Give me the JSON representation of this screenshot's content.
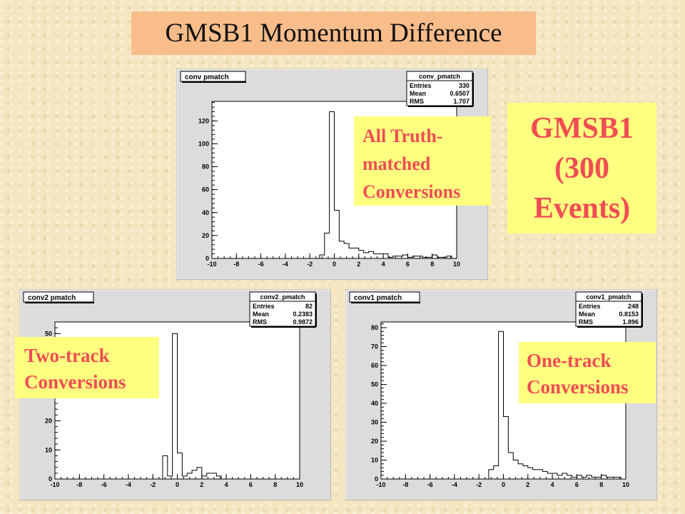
{
  "page_title": "GMSB1 Momentum Difference",
  "labels": {
    "gmsb1": [
      "GMSB1",
      "(300",
      "Events)"
    ],
    "all_truth": [
      "All Truth-",
      "matched",
      "Conversions"
    ],
    "two_track": [
      "Two-track",
      "Conversions"
    ],
    "one_track": [
      "One-track",
      "Conversions"
    ]
  },
  "colors": {
    "title_bg": "#f9bd8b",
    "note_bg": "#ffff80",
    "note_text": "#f04c54",
    "panel_bg": "#dcdcdc"
  },
  "chart_data": [
    {
      "type": "bar",
      "title": "conv pmatch",
      "stats": {
        "name": "conv_pmatch",
        "rows": [
          [
            "Entries",
            "330"
          ],
          [
            "Mean",
            "0.6507"
          ],
          [
            "RMS",
            "1.707"
          ]
        ]
      },
      "xlim": [
        -10,
        10
      ],
      "ylim": [
        0,
        137
      ],
      "xticks": [
        "-10",
        "-8",
        "-6",
        "-4",
        "-2",
        "0",
        "2",
        "4",
        "6",
        "8",
        "10"
      ],
      "yticks": [
        0,
        20,
        40,
        60,
        80,
        100,
        120
      ],
      "bin_width": 0.4,
      "bins": [
        [
          -1.2,
          3
        ],
        [
          -0.8,
          22
        ],
        [
          -0.4,
          128
        ],
        [
          0.0,
          42
        ],
        [
          0.4,
          15
        ],
        [
          0.8,
          13
        ],
        [
          1.2,
          9
        ],
        [
          1.6,
          9
        ],
        [
          2.0,
          7
        ],
        [
          2.4,
          5
        ],
        [
          2.8,
          6
        ],
        [
          3.2,
          4
        ],
        [
          3.6,
          4
        ],
        [
          4.0,
          4
        ],
        [
          4.4,
          1
        ],
        [
          4.8,
          2
        ],
        [
          5.2,
          2
        ],
        [
          5.6,
          3
        ],
        [
          6.0,
          1
        ],
        [
          6.4,
          2
        ],
        [
          6.8,
          2
        ],
        [
          7.2,
          1
        ],
        [
          7.6,
          1
        ],
        [
          8.0,
          3
        ],
        [
          8.4,
          1
        ],
        [
          8.8,
          1
        ],
        [
          9.2,
          2
        ]
      ]
    },
    {
      "type": "bar",
      "title": "conv2 pmatch",
      "stats": {
        "name": "conv2_pmatch",
        "rows": [
          [
            "Entries",
            "82"
          ],
          [
            "Mean",
            "0.2383"
          ],
          [
            "RMS",
            "0.9872"
          ]
        ]
      },
      "xlim": [
        -10,
        10
      ],
      "ylim": [
        0,
        54
      ],
      "xticks": [
        "-10",
        "-8",
        "-6",
        "-4",
        "-2",
        "0",
        "2",
        "4",
        "6",
        "8",
        "10"
      ],
      "yticks": [
        0,
        10,
        20,
        30,
        40,
        50
      ],
      "bin_width": 0.4,
      "bins": [
        [
          -1.2,
          8
        ],
        [
          -0.8,
          1
        ],
        [
          -0.4,
          50
        ],
        [
          0.0,
          9
        ],
        [
          0.4,
          1
        ],
        [
          0.8,
          2
        ],
        [
          1.2,
          3
        ],
        [
          1.6,
          4
        ],
        [
          2.0,
          1
        ],
        [
          2.4,
          2
        ],
        [
          2.8,
          2
        ],
        [
          3.2,
          1
        ]
      ]
    },
    {
      "type": "bar",
      "title": "conv1 pmatch",
      "stats": {
        "name": "conv1_pmatch",
        "rows": [
          [
            "Entries",
            "248"
          ],
          [
            "Mean",
            "0.8153"
          ],
          [
            "RMS",
            "1.896"
          ]
        ]
      },
      "xlim": [
        -10,
        10
      ],
      "ylim": [
        0,
        83
      ],
      "xticks": [
        "-10",
        "-8",
        "-6",
        "-4",
        "-2",
        "0",
        "2",
        "4",
        "6",
        "8",
        "10"
      ],
      "yticks": [
        0,
        10,
        20,
        30,
        40,
        50,
        60,
        70,
        80
      ],
      "bin_width": 0.4,
      "bins": [
        [
          -1.2,
          5
        ],
        [
          -0.8,
          7
        ],
        [
          -0.4,
          78
        ],
        [
          0.0,
          33
        ],
        [
          0.4,
          14
        ],
        [
          0.8,
          10
        ],
        [
          1.2,
          8
        ],
        [
          1.6,
          7
        ],
        [
          2.0,
          6
        ],
        [
          2.4,
          5
        ],
        [
          2.8,
          5
        ],
        [
          3.2,
          4
        ],
        [
          3.6,
          3
        ],
        [
          4.0,
          3
        ],
        [
          4.4,
          2
        ],
        [
          4.8,
          3
        ],
        [
          5.2,
          2
        ],
        [
          5.6,
          1
        ],
        [
          6.0,
          2
        ],
        [
          6.4,
          1
        ],
        [
          6.8,
          2
        ],
        [
          7.2,
          1
        ],
        [
          7.6,
          1
        ],
        [
          8.0,
          2
        ],
        [
          8.4,
          1
        ],
        [
          8.8,
          1
        ],
        [
          9.2,
          1
        ]
      ]
    }
  ]
}
